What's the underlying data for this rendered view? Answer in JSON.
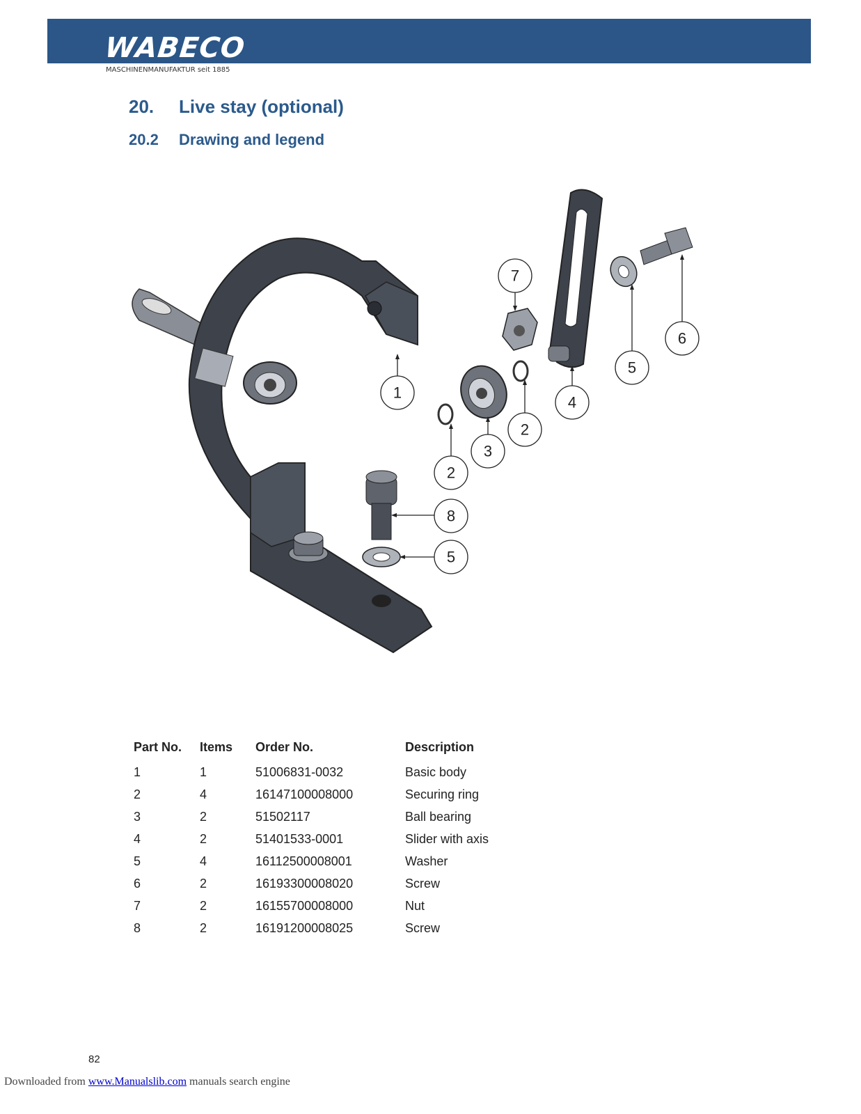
{
  "header": {
    "logo": "WABECO",
    "tagline": "MASCHINENMANUFAKTUR seit 1885",
    "bar_color": "#2b5687"
  },
  "section": {
    "number": "20.",
    "title": "Live stay (optional)"
  },
  "subsection": {
    "number": "20.2",
    "title": "Drawing and legend"
  },
  "callouts": [
    "1",
    "2",
    "3",
    "2",
    "4",
    "5",
    "6",
    "7",
    "8",
    "5"
  ],
  "table": {
    "headers": [
      "Part No.",
      "Items",
      "Order No.",
      "Description"
    ],
    "rows": [
      [
        "1",
        "1",
        "51006831-0032",
        "Basic body"
      ],
      [
        "2",
        "4",
        "16147100008000",
        "Securing ring"
      ],
      [
        "3",
        "2",
        "51502117",
        "Ball bearing"
      ],
      [
        "4",
        "2",
        "51401533-0001",
        "Slider with axis"
      ],
      [
        "5",
        "4",
        "16112500008001",
        "Washer"
      ],
      [
        "6",
        "2",
        "16193300008020",
        "Screw"
      ],
      [
        "7",
        "2",
        "16155700008000",
        "Nut"
      ],
      [
        "8",
        "2",
        "16191200008025",
        "Screw"
      ]
    ]
  },
  "page_number": "82",
  "footer": {
    "prefix": "Downloaded from ",
    "link": "www.Manualslib.com",
    "suffix": " manuals search engine"
  }
}
